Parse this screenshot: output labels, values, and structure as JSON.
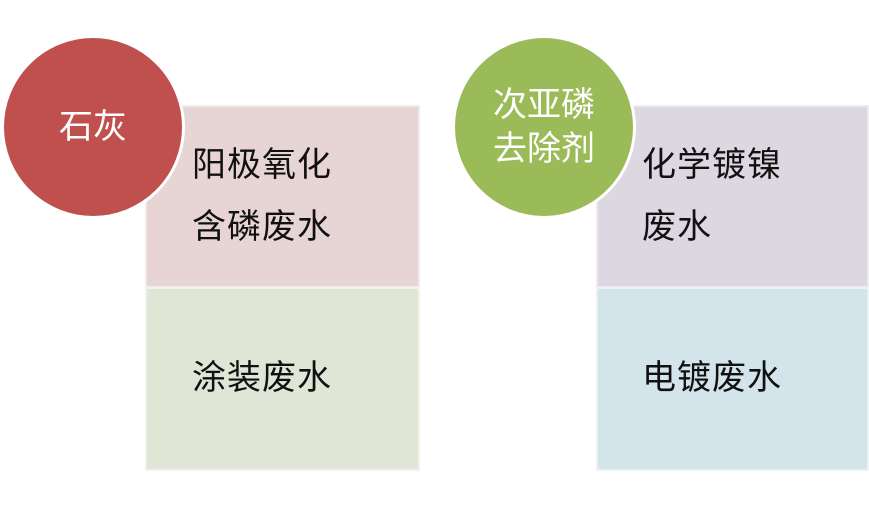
{
  "groups": [
    {
      "circle": {
        "label": "石灰",
        "color": "#C0504D"
      },
      "top": {
        "lines": [
          "阳极氧化",
          "含磷废水"
        ],
        "color": "#E7D5D5"
      },
      "bottom": {
        "label": "涂装废水",
        "color": "#DFE6D6"
      }
    },
    {
      "circle": {
        "lines": [
          "次亚磷",
          "去除剂"
        ],
        "color": "#9BBB59"
      },
      "top": {
        "lines": [
          "化学镀镍",
          "废水"
        ],
        "color": "#DDD7E1"
      },
      "bottom": {
        "label": "电镀废水",
        "color": "#D3E4EA"
      }
    }
  ]
}
